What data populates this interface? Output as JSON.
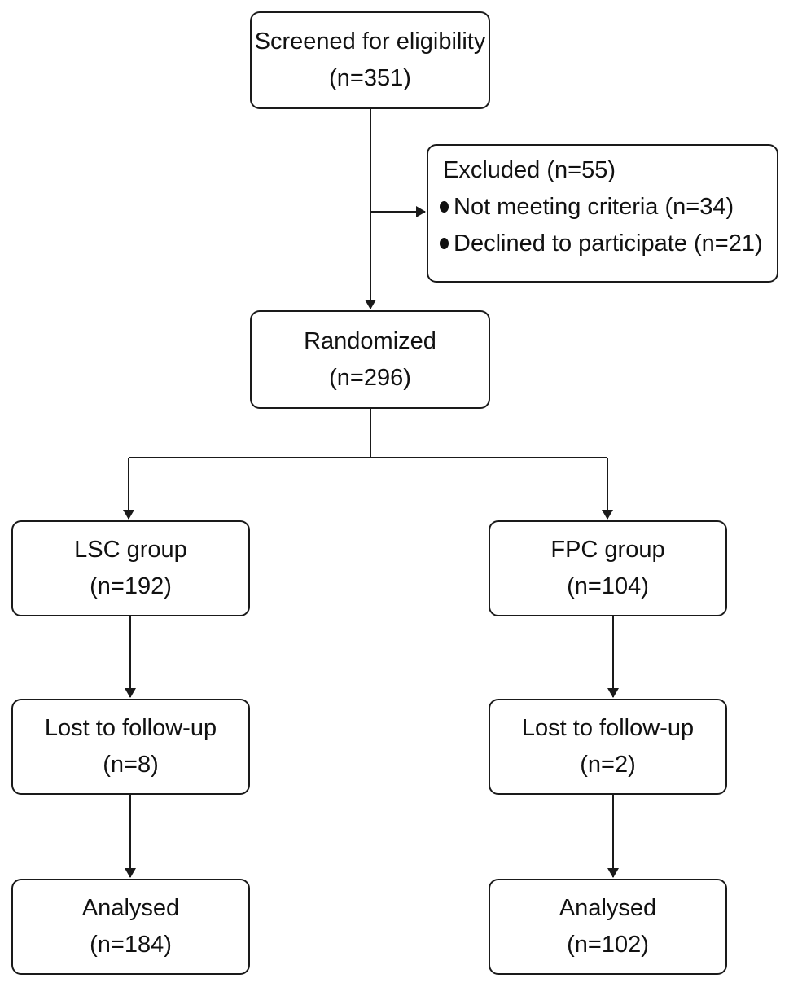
{
  "screened": {
    "label": "Screened for eligibility",
    "count": "(n=351)"
  },
  "excluded": {
    "heading": "Excluded (n=55)",
    "items": [
      "Not meeting criteria (n=34)",
      "Declined to participate (n=21)"
    ]
  },
  "randomized": {
    "label": "Randomized",
    "count": "(n=296)"
  },
  "groups": [
    {
      "allocation": {
        "label": "LSC group",
        "count": "(n=192)"
      },
      "lost": {
        "label": "Lost to follow-up",
        "count": "(n=8)"
      },
      "analysed": {
        "label": "Analysed",
        "count": "(n=184)"
      }
    },
    {
      "allocation": {
        "label": "FPC group",
        "count": "(n=104)"
      },
      "lost": {
        "label": "Lost to follow-up",
        "count": "(n=2)"
      },
      "analysed": {
        "label": "Analysed",
        "count": "(n=102)"
      }
    }
  ]
}
